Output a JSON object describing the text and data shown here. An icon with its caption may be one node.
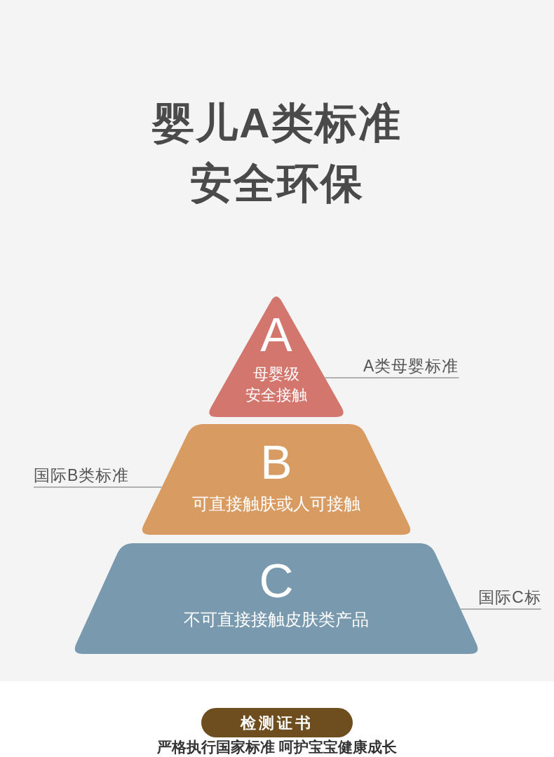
{
  "diagram": {
    "title": "婴儿A类标准安全环保",
    "nodes": [
      {
        "text": [
          "A",
          "母婴级安全接触"
        ]
      },
      {
        "text": [
          "A类母婴标准"
        ]
      },
      {
        "text": [
          "B",
          "可直接触肤或人可接触"
        ]
      },
      {
        "text": [
          "国际B类标准"
        ]
      },
      {
        "text": [
          "C",
          "不可直接接触皮肤类产品"
        ]
      },
      {
        "text": [
          "国际C标"
        ]
      },
      {
        "text": [
          "检测证书"
        ]
      }
    ],
    "edges": [
      {
        "from": 1,
        "to": 0,
        "arrow": "none"
      },
      {
        "from": 3,
        "to": 2,
        "arrow": "none"
      },
      {
        "from": 5,
        "to": 4,
        "arrow": "none"
      }
    ],
    "labels": [
      "严格执行国家标准 呵护宝宝健康成长"
    ]
  }
}
